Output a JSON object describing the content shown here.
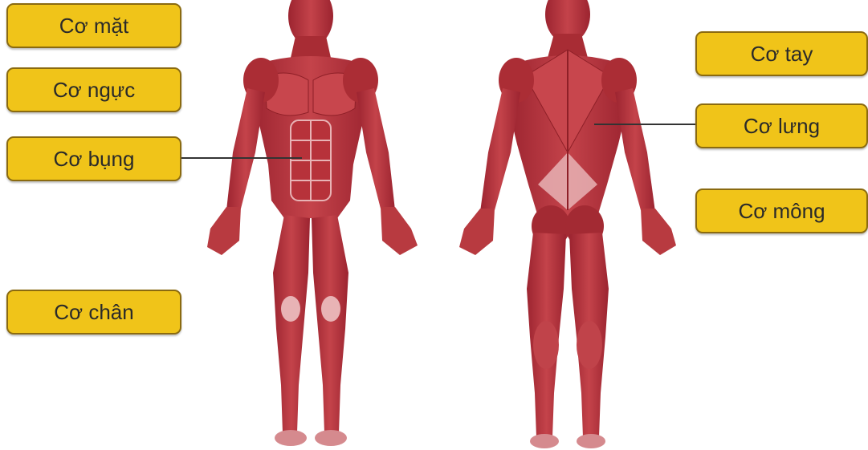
{
  "labels": {
    "face": "Cơ mặt",
    "chest": "Cơ ngực",
    "abdomen": "Cơ bụng",
    "leg": "Cơ chân",
    "arm": "Cơ tay",
    "back": "Cơ lưng",
    "gluteal": "Cơ mông"
  },
  "colors": {
    "label_fill": "#f0c419",
    "label_border": "#8a6a10",
    "muscle": "#b7323a",
    "muscle_dark": "#8e1f27",
    "muscle_light": "#e8b3b5",
    "leader_line": "#333333"
  }
}
